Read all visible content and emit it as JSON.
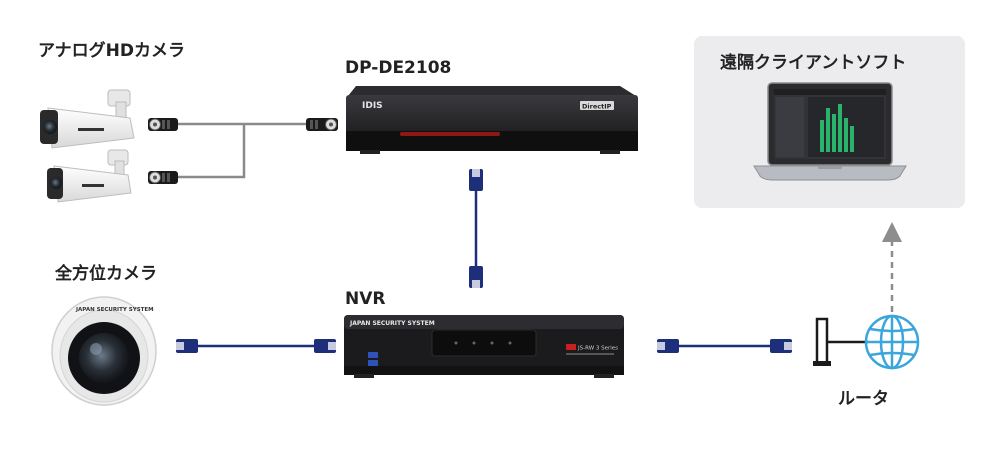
{
  "labels": {
    "analog_cam": "アナログHDカメラ",
    "dvr": "DP-DE2108",
    "remote_client": "遠隔クライアントソフト",
    "fisheye_cam": "全方位カメラ",
    "nvr": "NVR",
    "router": "ルータ"
  },
  "brand": {
    "dvr_logo": "IDIS",
    "dvr_badge": "DirectIP",
    "nvr_logo": "JAPAN SECURITY SYSTEM",
    "nvr_badge": "JS-RW 3 Series"
  },
  "colors": {
    "cable_blue": "#1d2f7a",
    "coax_gray": "#8a8a8a",
    "arrow_gray": "#8d8d8d",
    "globe_blue": "#3aa6dc",
    "device_dark": "#1b1b1d"
  },
  "icons": [
    "bullet-camera-icon",
    "bnc-connector-icon",
    "rj45-connector-icon",
    "fisheye-camera-icon",
    "globe-icon",
    "router-icon",
    "laptop-icon",
    "arrow-up-icon"
  ]
}
